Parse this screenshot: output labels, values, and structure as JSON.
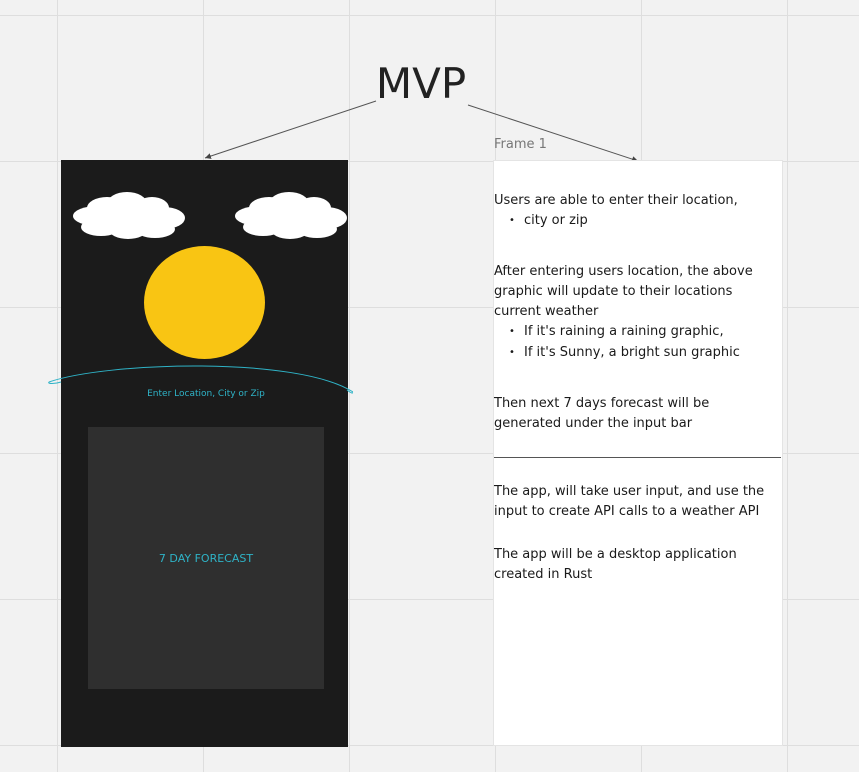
{
  "board": {
    "title": "MVP"
  },
  "mockup": {
    "location_input_placeholder": "Enter Location, City or Zip",
    "forecast_label": "7 DAY FORECAST",
    "colors": {
      "background": "#1b1b1b",
      "sun": "#f9c513",
      "accent": "#2fb3c7",
      "forecast_box": "#2f2f2f",
      "cloud": "#ffffff"
    },
    "icons": [
      "cloud-icon",
      "cloud-icon",
      "sun-icon"
    ]
  },
  "frame": {
    "label": "Frame 1",
    "sections": [
      {
        "text": "Users are able to enter their location,",
        "bullets": [
          "city or zip"
        ]
      },
      {
        "text": "After entering users location, the above graphic will update to their locations current weather",
        "bullets": [
          "If it's raining a raining graphic,",
          "If it's Sunny, a bright sun graphic"
        ]
      },
      {
        "text": "Then next 7 days forecast will be generated under the input bar",
        "bullets": []
      },
      {
        "text": "The app, will take user input, and use the input to create API calls to a weather API",
        "bullets": []
      },
      {
        "text": "The app will be a desktop application created in Rust",
        "bullets": []
      }
    ]
  }
}
